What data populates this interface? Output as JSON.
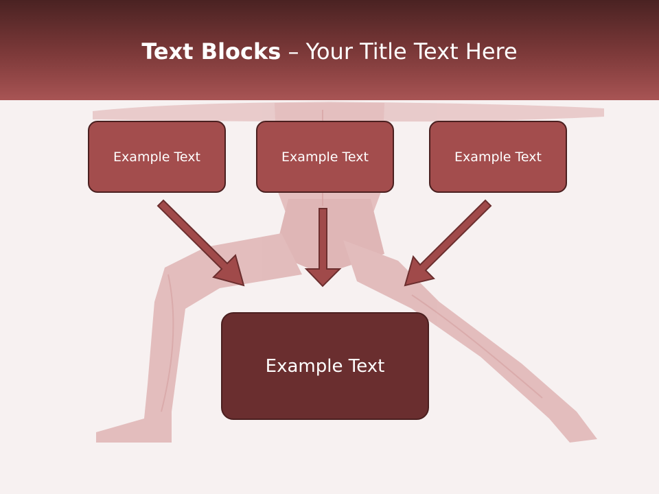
{
  "slide": {
    "title_bold": "Text Blocks",
    "title_rest": " – Your Title Text Here"
  },
  "blocks": [
    {
      "label": "Example Text"
    },
    {
      "label": "Example Text"
    },
    {
      "label": "Example Text"
    }
  ],
  "result_block": {
    "label": "Example Text"
  },
  "colors": {
    "header_dark": "#4a2222",
    "header_light": "#a85454",
    "block_fill": "#a34d4d",
    "result_fill": "#6a2e2f",
    "arrow_fill": "#a04a4a",
    "border": "#4a1f1f"
  },
  "background_image": "faded-muscle-anatomy-figure"
}
